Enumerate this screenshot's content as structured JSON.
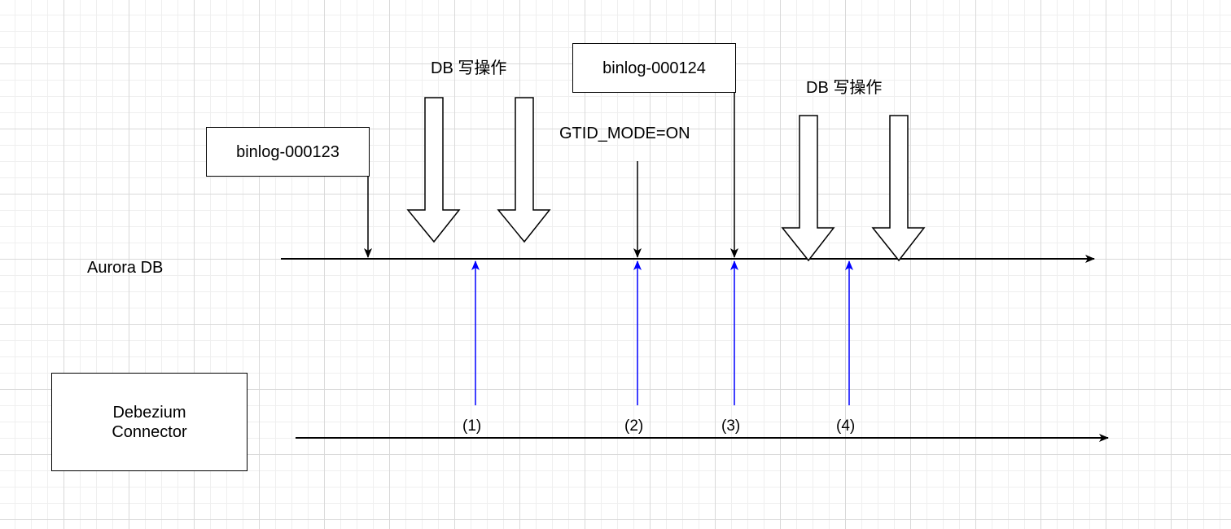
{
  "timeline": {
    "label": "Aurora DB"
  },
  "connector": {
    "label": "Debezium\nConnector"
  },
  "binlogs": [
    {
      "label": "binlog-000123"
    },
    {
      "label": "binlog-000124"
    }
  ],
  "gtid": {
    "label": "GTID_MODE=ON"
  },
  "write_groups": [
    {
      "label": "DB 写操作"
    },
    {
      "label": "DB 写操作"
    }
  ],
  "checkpoints": [
    {
      "label": "(1)"
    },
    {
      "label": "(2)"
    },
    {
      "label": "(3)"
    },
    {
      "label": "(4)"
    }
  ],
  "colors": {
    "line": "#000000",
    "checkpoint_arrow": "#0000ff",
    "grid_major": "#d9d9d9",
    "grid_minor": "#efefef"
  }
}
